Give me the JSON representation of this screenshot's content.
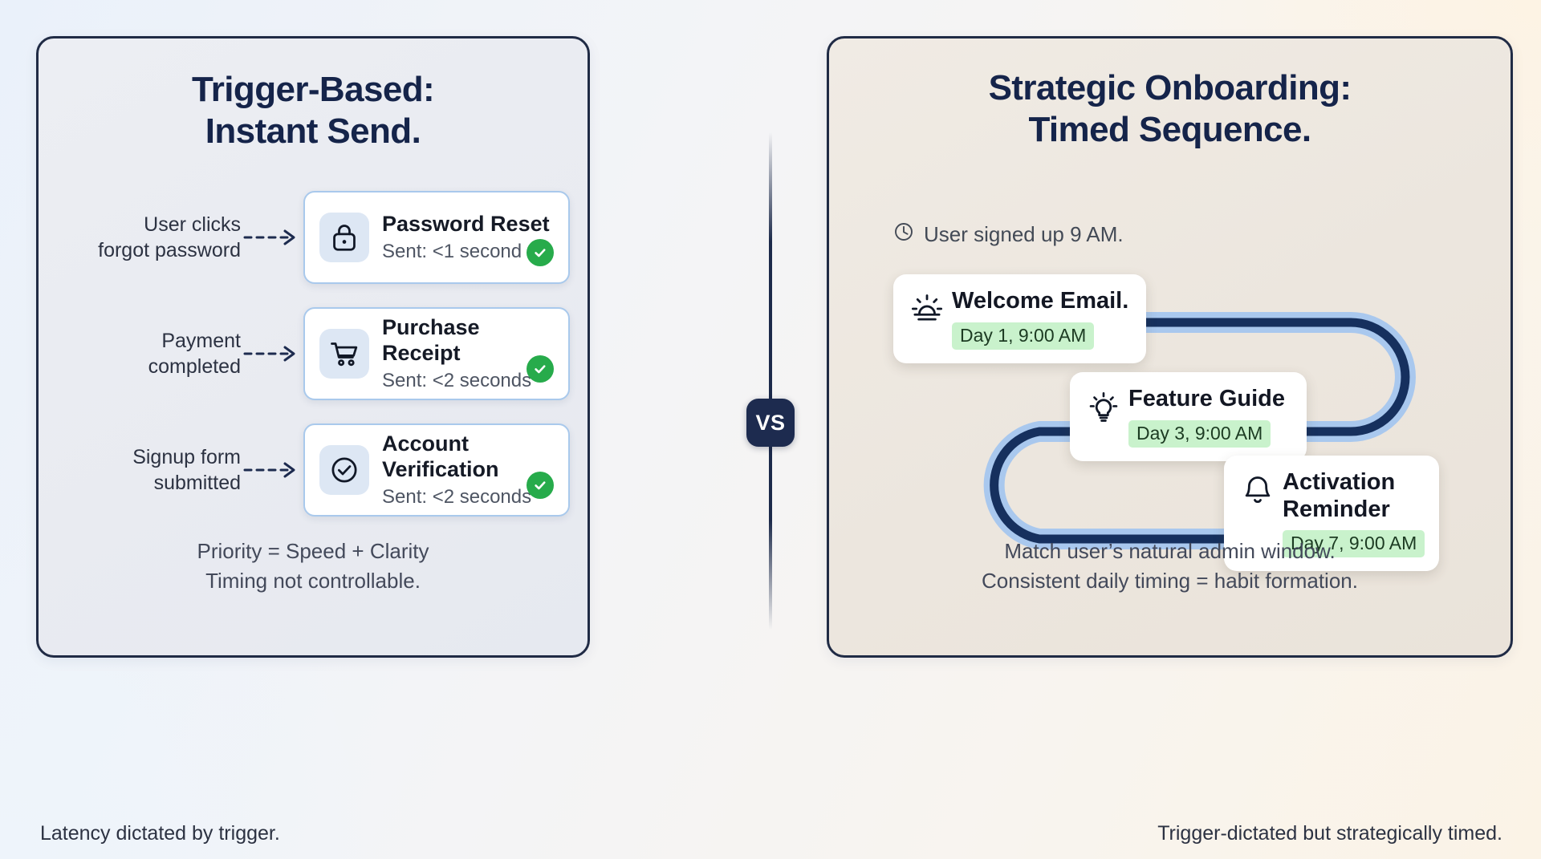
{
  "left_panel": {
    "title_line1": "Trigger-Based:",
    "title_line2": "Instant Send.",
    "rows": [
      {
        "trigger_line1": "User clicks",
        "trigger_line2": "forgot password",
        "icon": "lock-icon",
        "title": "Password Reset",
        "subtitle": "Sent: <1 second",
        "status": "check-icon"
      },
      {
        "trigger_line1": "Payment",
        "trigger_line2": "completed",
        "icon": "shopping-cart-icon",
        "title": "Purchase Receipt",
        "subtitle": "Sent: <2 seconds",
        "status": "check-icon"
      },
      {
        "trigger_line1": "Signup form",
        "trigger_line2": "submitted",
        "icon": "check-circle-icon",
        "title": "Account Verification",
        "subtitle": "Sent: <2 seconds",
        "status": "check-icon"
      }
    ],
    "footnote_line1": "Priority = Speed + Clarity",
    "footnote_line2": "Timing not controllable."
  },
  "right_panel": {
    "title_line1": "Strategic Onboarding:",
    "title_line2": "Timed Sequence.",
    "signup_note": "User signed up 9 AM.",
    "signup_icon": "clock-icon",
    "sequence": [
      {
        "icon": "sunrise-icon",
        "title": "Welcome Email.",
        "chip": "Day 1, 9:00 AM"
      },
      {
        "icon": "lightbulb-icon",
        "title": "Feature Guide",
        "chip": "Day 3, 9:00 AM"
      },
      {
        "icon": "bell-icon",
        "title": "Activation Reminder",
        "chip": "Day 7, 9:00 AM"
      }
    ],
    "footnote_line1": "Match user’s natural admin window.",
    "footnote_line2": "Consistent daily timing = habit formation."
  },
  "divider": {
    "vs_label": "VS"
  },
  "captions": {
    "left": "Latency dictated by trigger.",
    "right": "Trigger-dictated but strategically timed."
  },
  "colors": {
    "navy": "#15244a",
    "card_border_blue": "#a9c9ec",
    "icon_tile_blue": "#dde7f4",
    "green_badge": "#27ab4b",
    "chip_green": "#c9f2cc",
    "path_dark": "#16305e",
    "path_light": "#a9c8ee"
  }
}
